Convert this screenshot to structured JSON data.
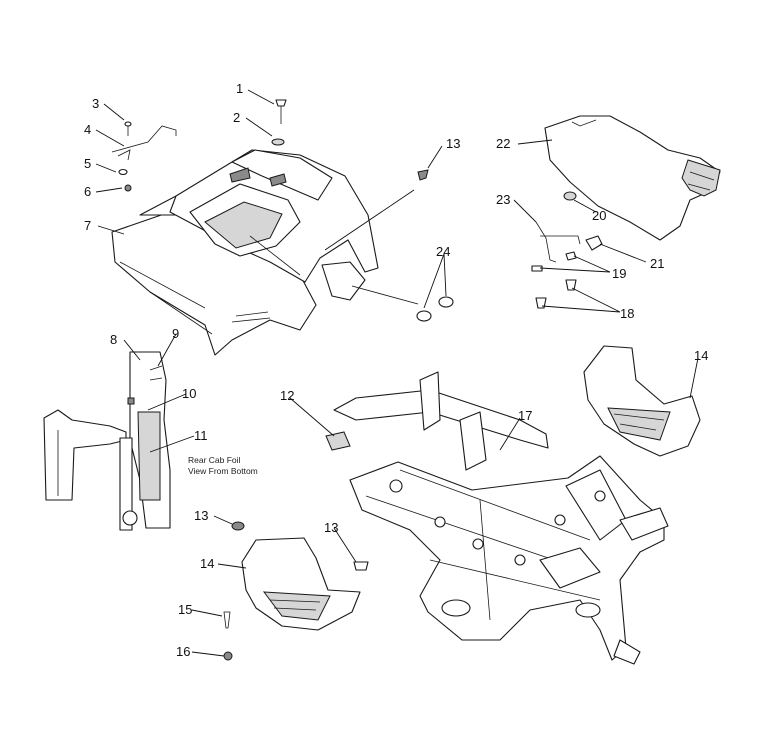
{
  "callouts": {
    "c1": "1",
    "c2": "2",
    "c3": "3",
    "c4": "4",
    "c5": "5",
    "c6": "6",
    "c7": "7",
    "c8": "8",
    "c9": "9",
    "c10": "10",
    "c11": "11",
    "c12": "12",
    "c13a": "13",
    "c13b": "13",
    "c13c": "13",
    "c14a": "14",
    "c14b": "14",
    "c15": "15",
    "c16": "16",
    "c17": "17",
    "c18": "18",
    "c19": "19",
    "c20": "20",
    "c21": "21",
    "c22": "22",
    "c23": "23",
    "c24": "24"
  },
  "notes": {
    "rear_cab_foil_line1": "Rear Cab Foil",
    "rear_cab_foil_line2": "View From Bottom"
  }
}
